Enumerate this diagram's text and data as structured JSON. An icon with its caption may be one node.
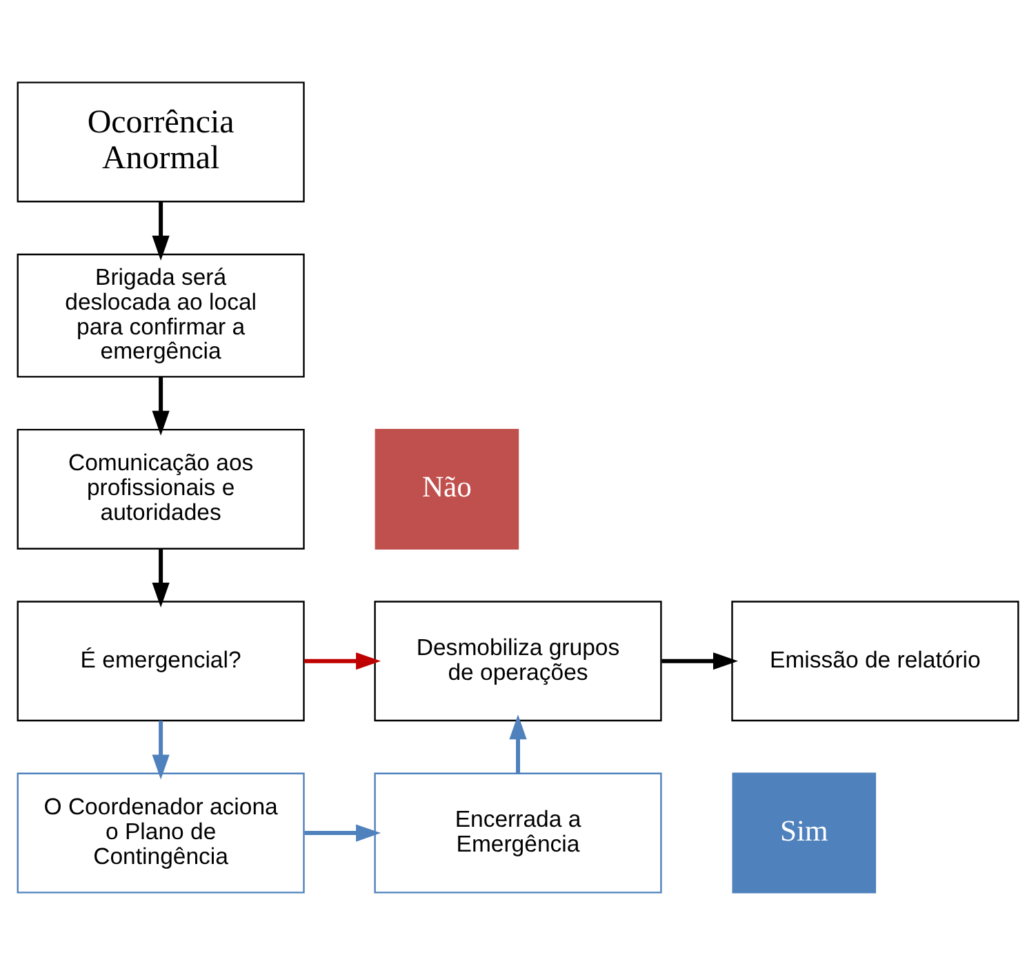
{
  "diagram": {
    "nodes": [
      {
        "text": [
          "Ocorrência Anormal"
        ]
      },
      {
        "text": [
          "Brigada será deslocada ao local para confirmar a emergência"
        ]
      },
      {
        "text": [
          "Comunicação aos profissionais e autoridades"
        ]
      },
      {
        "text": [
          "Não"
        ]
      },
      {
        "text": [
          "É emergencial?"
        ]
      },
      {
        "text": [
          "Desmobiliza grupos de operações"
        ]
      },
      {
        "text": [
          "Emissão de relatório"
        ]
      },
      {
        "text": [
          "Sim"
        ]
      },
      {
        "text": [
          "O Coordenador aciona o Plano de Contingência"
        ]
      },
      {
        "text": [
          "Encerrada a Emergência"
        ]
      }
    ],
    "edges": [
      {
        "from": 0,
        "to": 1,
        "arrow": "to"
      },
      {
        "from": 1,
        "to": 2,
        "arrow": "to"
      },
      {
        "from": 2,
        "to": 4,
        "arrow": "to"
      },
      {
        "from": 4,
        "to": 5,
        "arrow": "to",
        "color": "#c00000"
      },
      {
        "from": 5,
        "to": 6,
        "arrow": "to"
      },
      {
        "from": 4,
        "to": 8,
        "arrow": "to",
        "color": "#4f81bd"
      },
      {
        "from": 8,
        "to": 9,
        "arrow": "to",
        "color": "#4f81bd"
      },
      {
        "from": 9,
        "to": 5,
        "arrow": "to",
        "color": "#4f81bd"
      }
    ]
  }
}
